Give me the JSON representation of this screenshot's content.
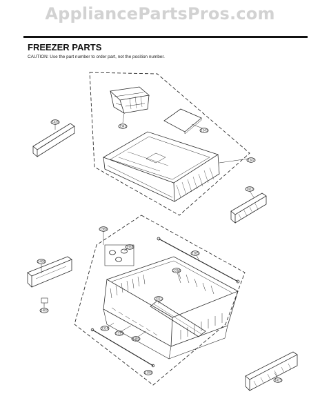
{
  "watermark": "AppliancePartsPros.com",
  "header": {
    "title": "FREEZER PARTS",
    "caution": "CAUTION: Use the part number to order part, not the position number."
  },
  "callouts": {
    "upper_basket": "3341",
    "upper_cover": "3343",
    "drawer_tray": "3347",
    "left_rail_top": "3420",
    "right_rail_top": "3422",
    "lower_group": "3360",
    "cap_set": "3358",
    "wire_rod": "3385",
    "left_rail_low": "3408",
    "left_bracket": "3407",
    "divider_rear": "3310",
    "divider_mid": "3311",
    "basket_side_a": "3314",
    "basket_side_b": "3315",
    "basket_front": "3380",
    "bottom_rod": "3390",
    "right_rail_low": "3423"
  }
}
